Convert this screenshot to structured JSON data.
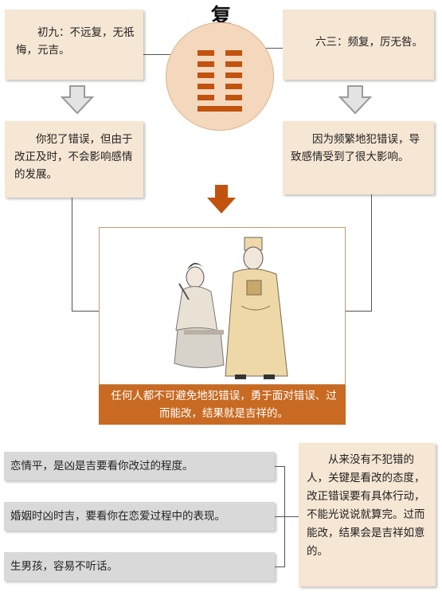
{
  "title": "复",
  "top_left": {
    "text": "初九：不远复，无祇悔，元吉。"
  },
  "top_right": {
    "text": "六三：频复，厉无咎。"
  },
  "mid_left": {
    "text": "你犯了错误，但由于改正及时，不会影响感情的发展。"
  },
  "mid_right": {
    "text": "因为频繁地犯错误，导致感情受到了很大影响。"
  },
  "caption": "任何人都不可避免地犯错误，勇于面对错误、过而能改，结果就是吉祥的。",
  "bottom_items": [
    "恋情平，是凶是吉要看你改过的程度。",
    "婚姻时凶时吉，要看你在恋爱过程中的表现。",
    "生男孩，容易不听话。"
  ],
  "bottom_right": {
    "text": "从来没有不犯错的人，关键是看改的态度，改正错误要有具体行动，不能光说说就算完。过而能改，结果会是吉祥如意的。"
  }
}
